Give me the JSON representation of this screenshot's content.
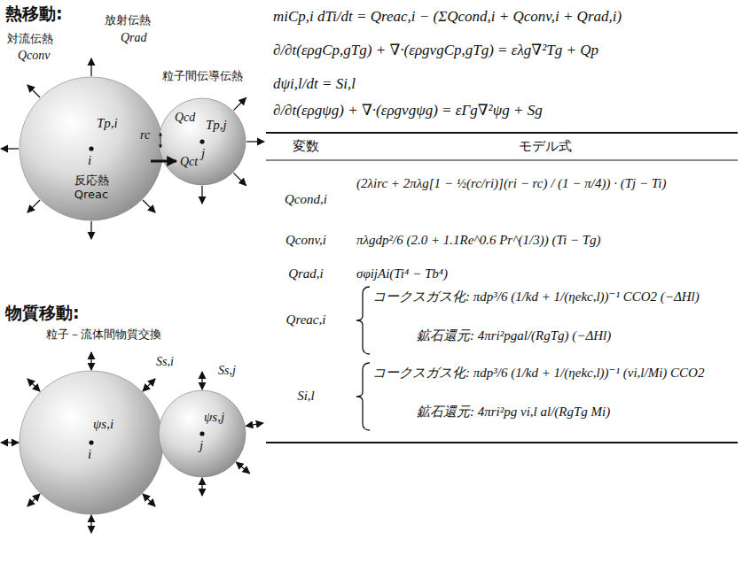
{
  "diagram": {
    "nodes": [
      {
        "text": [
          "Tp,i",
          "i",
          "反応熱 Qreac"
        ]
      },
      {
        "text": [
          "Tp,j",
          "j"
        ]
      },
      {
        "text": [
          "ψs,i",
          "i"
        ]
      },
      {
        "text": [
          "ψs,j",
          "j"
        ]
      }
    ],
    "labels": [
      "熱移動:",
      "対流伝熱",
      "Qconv",
      "放射伝熱",
      "Qrad",
      "粒子間伝導伝熱",
      "Qcd",
      "rc",
      "Qct",
      "物質移動:",
      "粒子－流体間物質交換",
      "Ss,i",
      "Ss,j",
      "miCp,i dTi/dt = Qreac,i − (ΣQcond,i + Qconv,i + Qrad,i)",
      "∂/∂t(ερgCp,gTg) + ∇·(ερgvgCp,gTg) = ελg∇²Tg + Qp",
      "dψi,l/dt = Si,l",
      "∂/∂t(ερgψg) + ∇·(ερgvgψg) = εΓg∇²ψg + Sg",
      "変数",
      "モデル式",
      "Qcond,i",
      "(2λirc + 2πλg[1 − ½(rc/ri)](ri − rc) / (1 − π/4)) · (Tj − Ti)",
      "Qconv,i",
      "πλgdp²/6 (2.0 + 1.1Re^0.6 Pr^(1/3)) (Ti − Tg)",
      "Qrad,i",
      "σφijAi(Ti⁴ − Tb⁴)",
      "Qreac,i",
      "コークスガス化: πdp³/6 (1/kd + 1/(ηekc,l))⁻¹ CCO2 (−ΔHl)",
      "鉱石還元: 4πri²pgal/(RgTg) (−ΔHl)",
      "Si,l",
      "コークスガス化: πdp³/6 (1/kd + 1/(ηekc,l))⁻¹ (νi,l/Mi) CCO2",
      "鉱石還元: 4πri²pg νi,l al/(RgTg Mi)"
    ]
  }
}
